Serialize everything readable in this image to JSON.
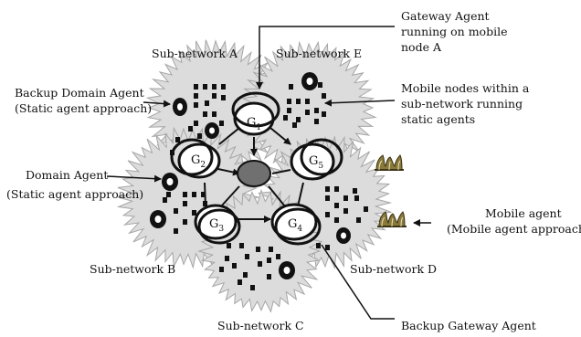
{
  "subnetworks": {
    "a": "Sub-network A",
    "b": "Sub-network B",
    "c": "Sub-network C",
    "d": "Sub-network D",
    "e": "Sub-network E"
  },
  "gateway_nodes": {
    "g1": "G",
    "g1_sub": "1",
    "g2": "G",
    "g2_sub": "2",
    "g3": "G",
    "g3_sub": "3",
    "g4": "G",
    "g4_sub": "4",
    "g5": "G",
    "g5_sub": "5"
  },
  "annotations": {
    "gateway_agent": [
      "Gateway Agent",
      "running on mobile",
      "node A"
    ],
    "mobile_nodes": [
      "Mobile nodes within a",
      "sub-network running",
      "static agents"
    ],
    "backup_domain_agent": [
      "Backup Domain Agent",
      "(Static agent approach)"
    ],
    "domain_agent": [
      "Domain Agent",
      "(Static agent approach)"
    ],
    "mobile_agent": [
      "Mobile agent",
      "(Mobile agent approach)"
    ],
    "backup_gateway_agent": [
      "Backup Gateway Agent"
    ]
  },
  "colors": {
    "burst_fill": "#dcdcdc",
    "burst_stroke": "#a6a6a6",
    "line": "#111111",
    "center_node": "#707070",
    "mobile_agent_icon": "#8a7a3a"
  },
  "icons": {
    "mobile_agent": "mobile-agent-icon"
  }
}
